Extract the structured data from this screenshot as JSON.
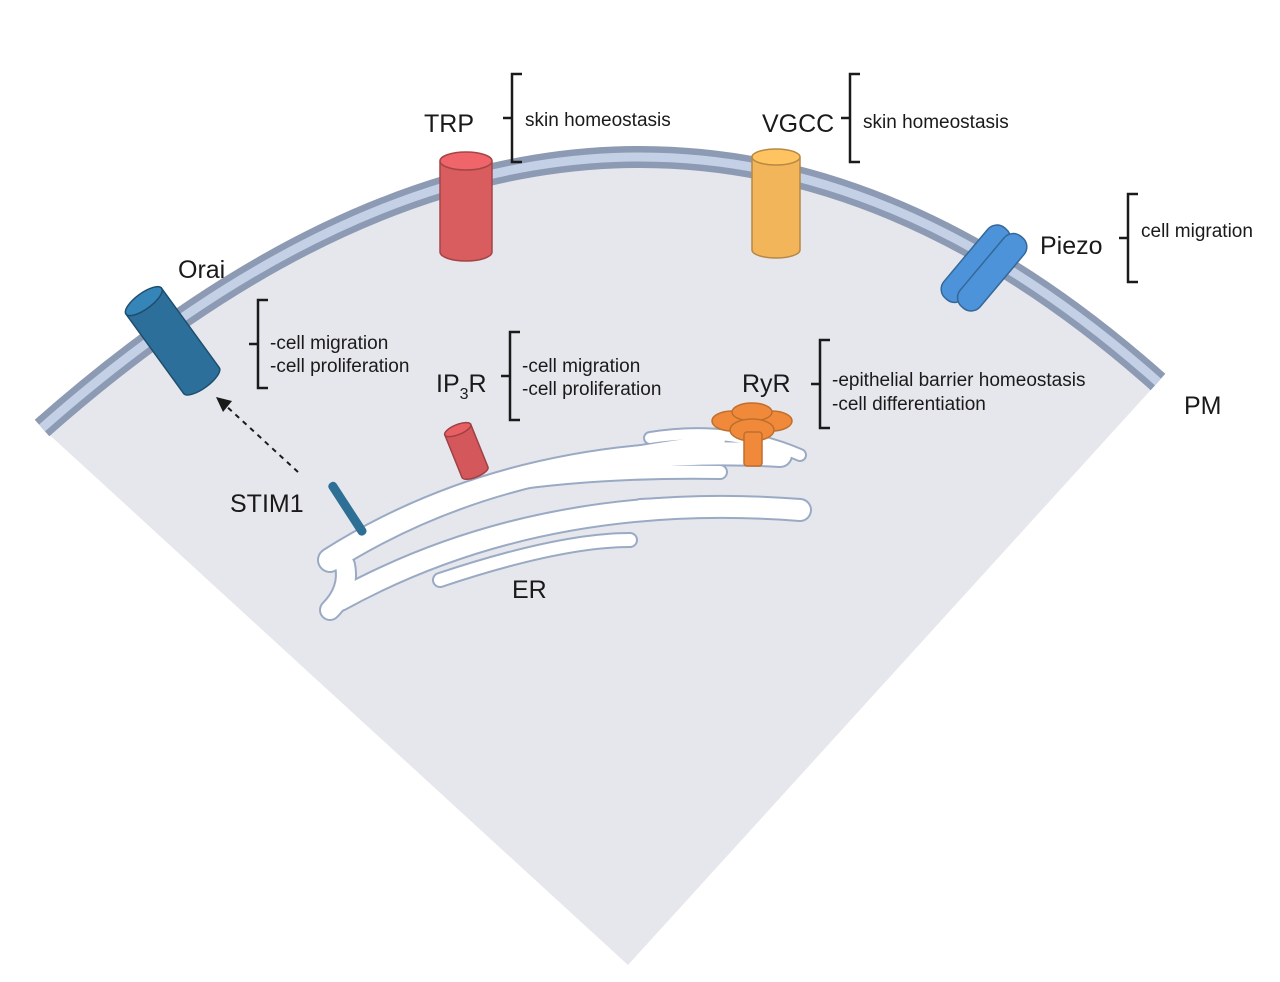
{
  "labels": {
    "trp": "TRP",
    "vgcc": "VGCC",
    "piezo": "Piezo",
    "orai": "Orai",
    "ip3r_main": "IP",
    "ip3r_sub": "3",
    "ip3r_end": "R",
    "ryr": "RyR",
    "stim1": "STIM1",
    "er": "ER",
    "pm": "PM"
  },
  "functions": {
    "trp": [
      "skin homeostasis"
    ],
    "vgcc": [
      "skin homeostasis"
    ],
    "piezo": [
      "cell migration"
    ],
    "orai": [
      "-cell migration",
      "-cell proliferation"
    ],
    "ip3r": [
      "-cell migration",
      "-cell proliferation"
    ],
    "ryr": [
      "-epithelial barrier homeostasis",
      "-cell differentiation"
    ]
  },
  "colors": {
    "cytoplasm": "#e6e7ec",
    "membrane_outer": "#8d9ab3",
    "membrane_inner": "#c3d0e6",
    "er_fill": "#ffffff",
    "er_stroke": "#9aaac4",
    "trp": "#d95c5f",
    "vgcc": "#f2b55a",
    "piezo": "#4c93d9",
    "orai": "#2c6f9a",
    "ip3r": "#d3575b",
    "ryr": "#f08a3a",
    "stim1": "#2e6f96"
  }
}
